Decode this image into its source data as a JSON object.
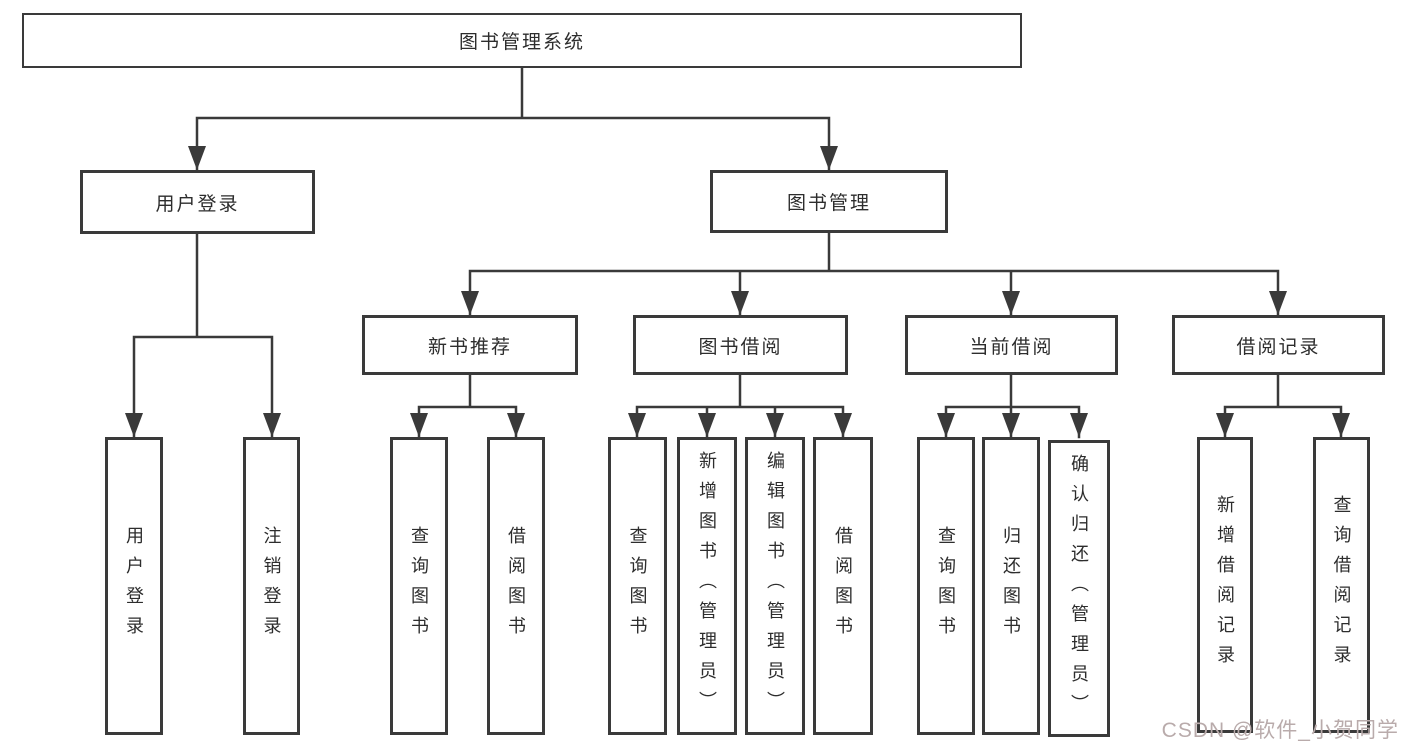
{
  "diagram": {
    "title": "图书管理系统",
    "tree": {
      "root": {
        "label": "图书管理系统"
      },
      "level2": [
        {
          "label": "用户登录",
          "children": [
            {
              "label": "用户登录"
            },
            {
              "label": "注销登录"
            }
          ]
        },
        {
          "label": "图书管理",
          "modules": [
            {
              "label": "新书推荐",
              "children": [
                {
                  "label": "查询图书"
                },
                {
                  "label": "借阅图书"
                }
              ]
            },
            {
              "label": "图书借阅",
              "children": [
                {
                  "label": "查询图书"
                },
                {
                  "label": "新增图书（管理员）"
                },
                {
                  "label": "编辑图书（管理员）"
                },
                {
                  "label": "借阅图书"
                }
              ]
            },
            {
              "label": "当前借阅",
              "children": [
                {
                  "label": "查询图书"
                },
                {
                  "label": "归还图书"
                },
                {
                  "label": "确认归还（管理员）"
                }
              ]
            },
            {
              "label": "借阅记录",
              "children": [
                {
                  "label": "新增借阅记录"
                },
                {
                  "label": "查询借阅记录"
                }
              ]
            }
          ]
        }
      ]
    },
    "colors": {
      "line": "#3a3a3a",
      "text": "#2d2d2d",
      "box_background": "#ffffff",
      "watermark": "#b9abab"
    }
  },
  "watermark": {
    "text": "CSDN @软件_小贺同学"
  }
}
